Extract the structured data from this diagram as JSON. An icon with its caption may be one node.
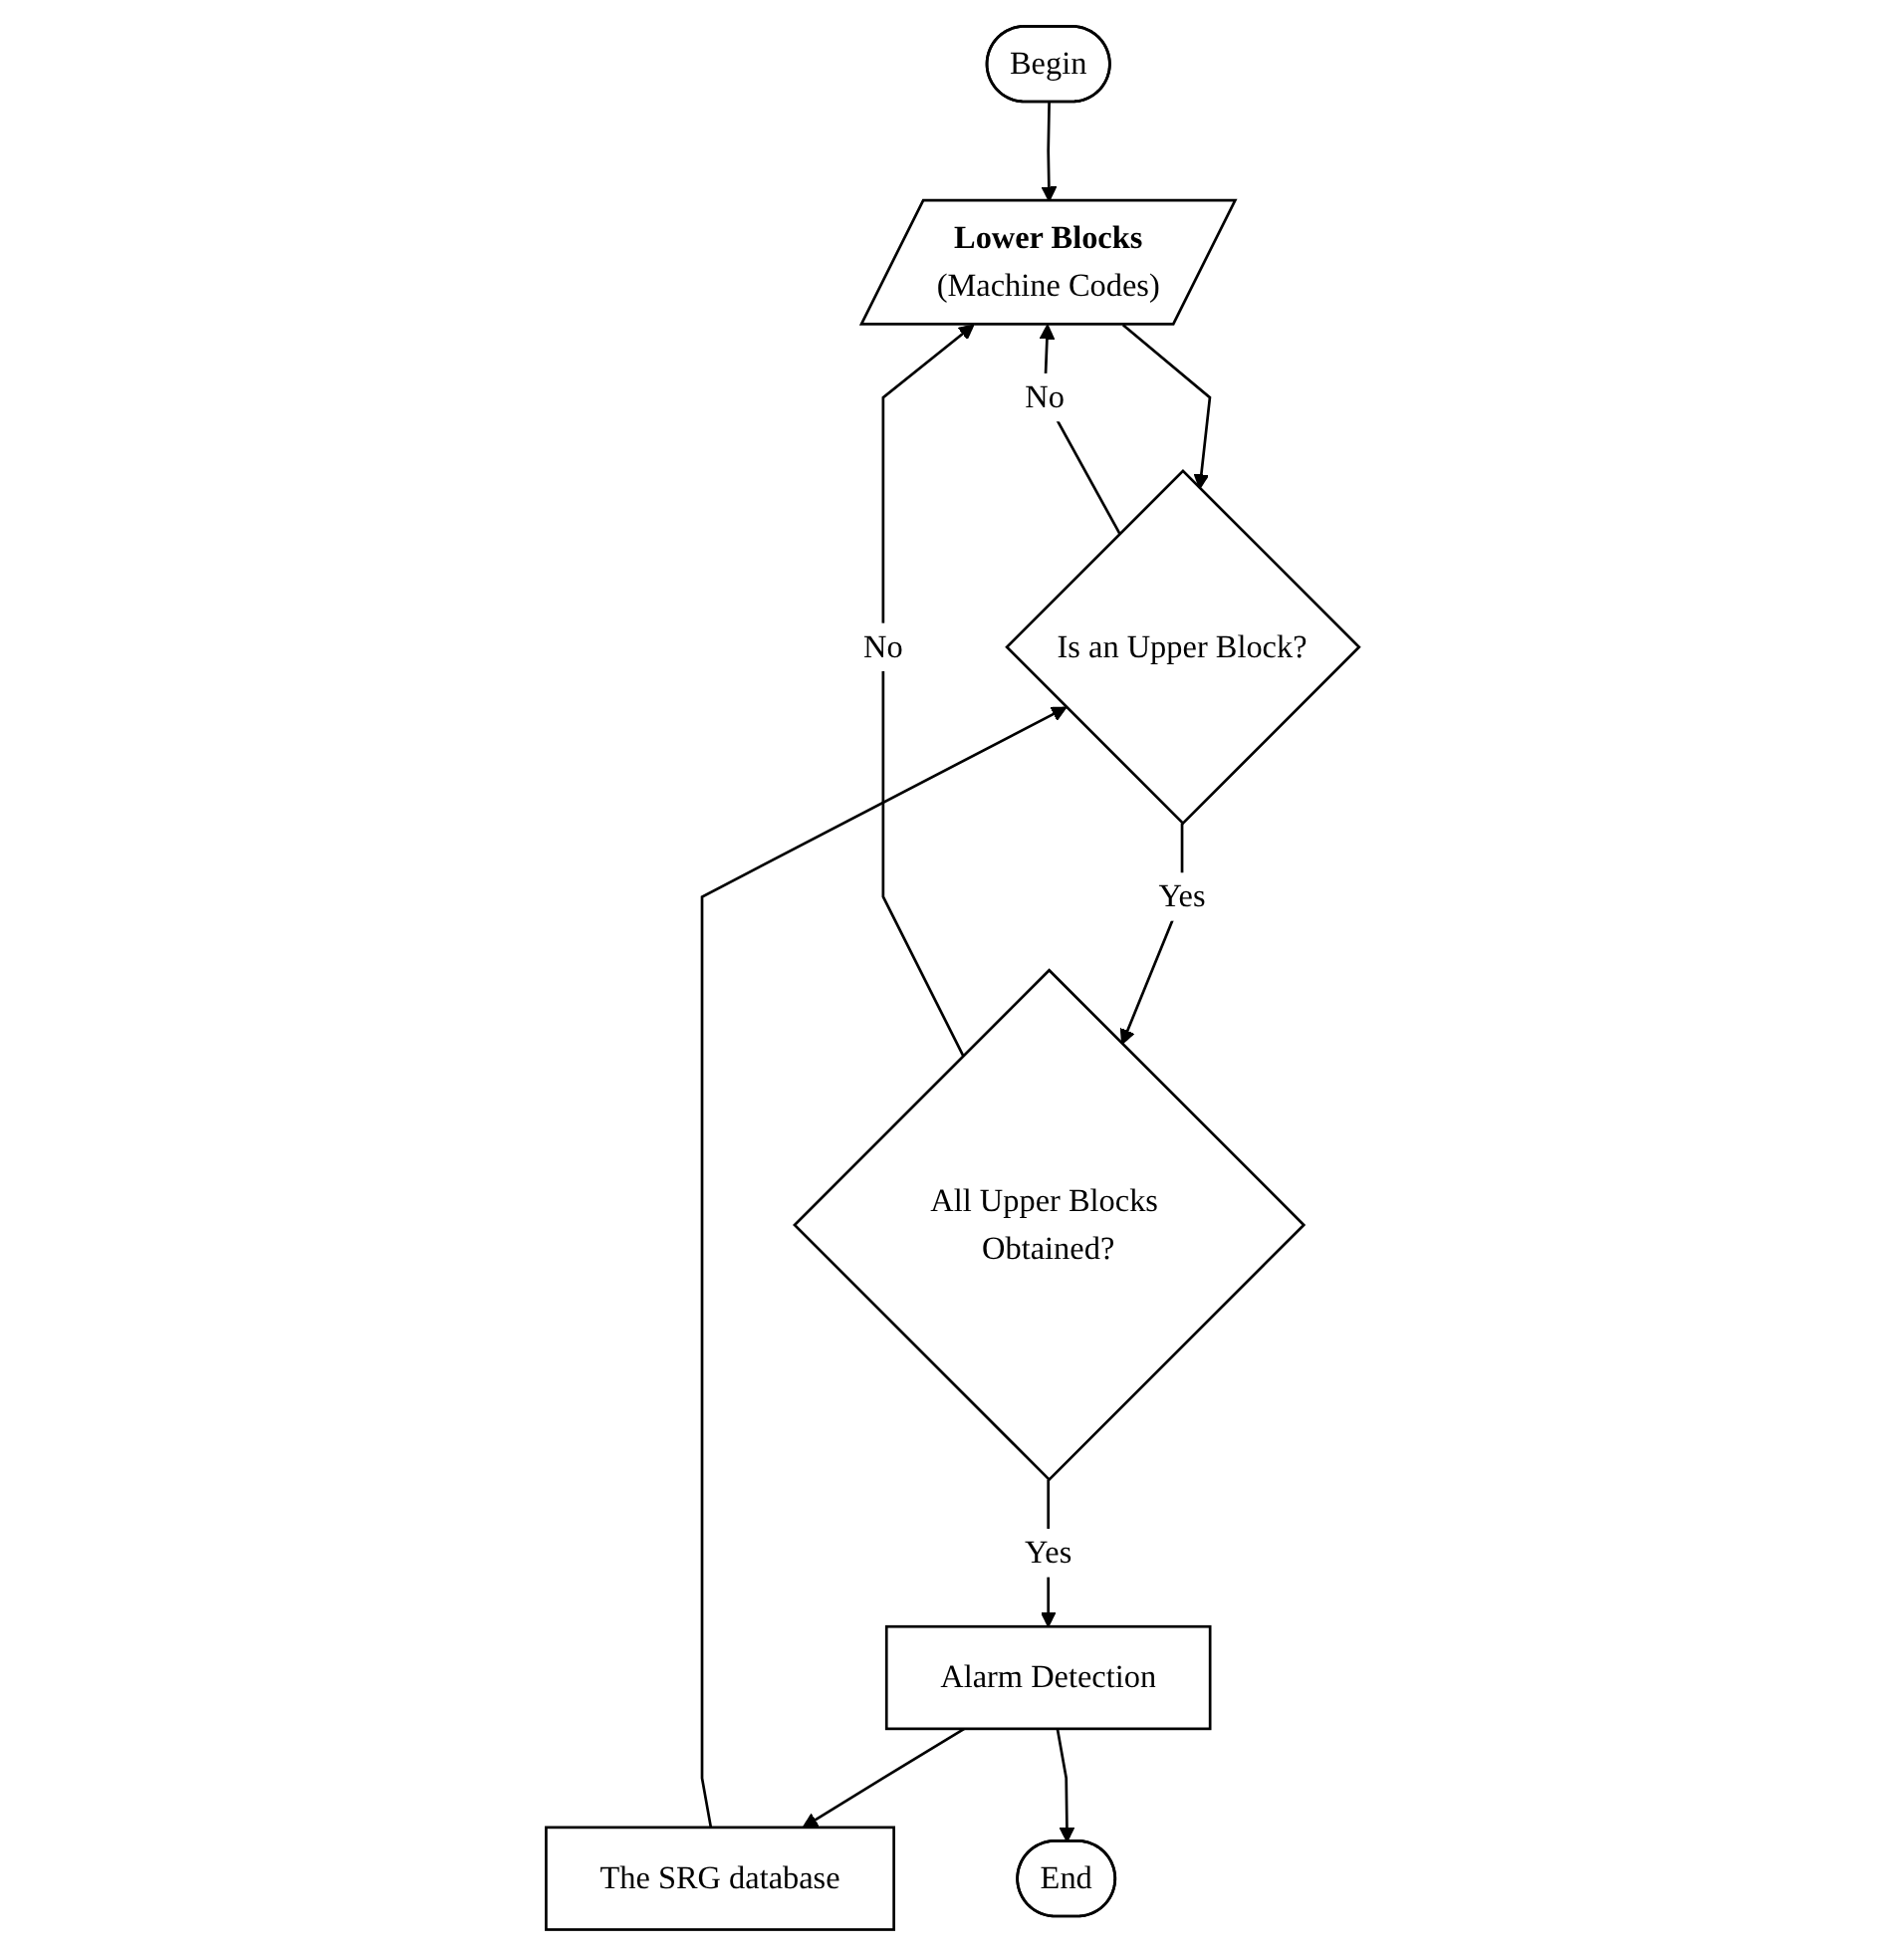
{
  "diagram": {
    "nodes": [
      {
        "text": [
          "Begin"
        ]
      },
      {
        "text": [
          "Lower Blocks",
          "(Machine Codes)"
        ]
      },
      {
        "text": [
          "The SRG database"
        ]
      },
      {
        "text": [
          "Is an Upper Block?"
        ]
      },
      {
        "text": [
          "All Upper Blocks Obtained?"
        ]
      },
      {
        "text": [
          "Alarm Detection"
        ]
      },
      {
        "text": [
          "End"
        ]
      }
    ],
    "edges": [
      {
        "from": 0,
        "to": 1,
        "arrow": "to"
      },
      {
        "from": 1,
        "to": 3,
        "arrow": "to"
      },
      {
        "from": 2,
        "to": 3,
        "arrow": "to"
      },
      {
        "from": 3,
        "to": 1,
        "arrow": "to",
        "label": "No"
      },
      {
        "from": 3,
        "to": 4,
        "arrow": "to",
        "label": "Yes"
      },
      {
        "from": 4,
        "to": 1,
        "arrow": "to",
        "label": "No"
      },
      {
        "from": 4,
        "to": 5,
        "arrow": "to",
        "label": "Yes"
      },
      {
        "from": 5,
        "to": 2,
        "arrow": "to"
      },
      {
        "from": 5,
        "to": 6,
        "arrow": "to"
      }
    ]
  }
}
